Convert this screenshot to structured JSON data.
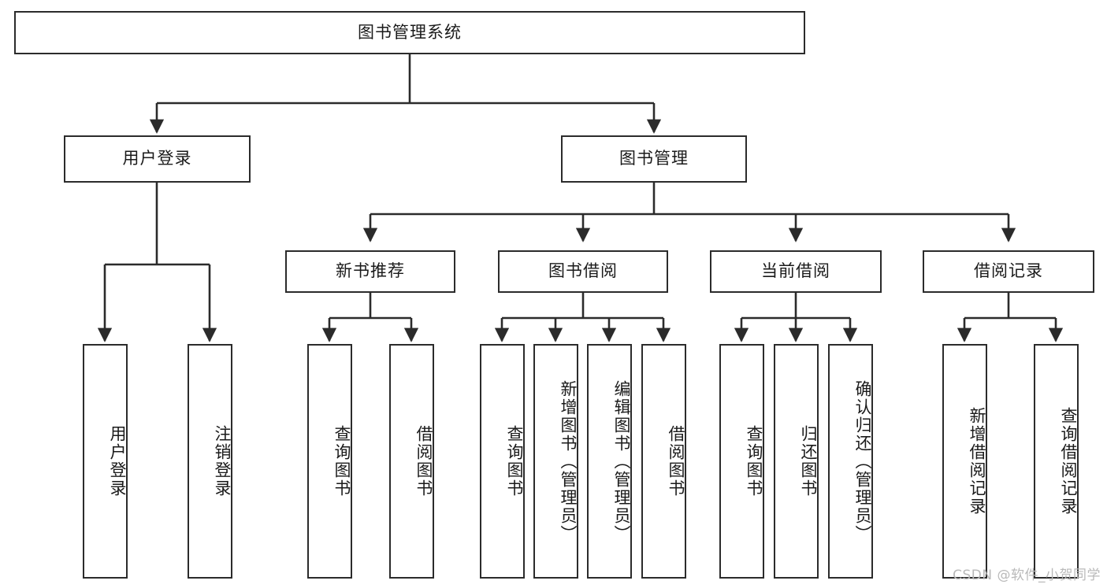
{
  "diagram": {
    "title": "图书管理系统",
    "type": "tree-hierarchy-chart",
    "background_color": "#ffffff",
    "line_color": "#2b2b2b",
    "box_border_color": "#2b2b2b",
    "box_fill_color": "#ffffff",
    "text_color": "#1a1a1a"
  },
  "watermark": {
    "text": "CSDN @软件_小贺同学",
    "color": "#b9b9b9"
  },
  "nodes": {
    "root": {
      "label": "图书管理系统"
    },
    "level2": [
      {
        "id": "user-login",
        "label": "用户登录"
      },
      {
        "id": "book-management",
        "label": "图书管理"
      }
    ],
    "level3": [
      {
        "id": "new-book-recommend",
        "label": "新书推荐"
      },
      {
        "id": "book-borrow",
        "label": "图书借阅"
      },
      {
        "id": "current-borrow",
        "label": "当前借阅"
      },
      {
        "id": "borrow-record",
        "label": "借阅记录"
      }
    ],
    "leaves": {
      "user_login": [
        {
          "id": "leaf-user-login",
          "label": "用户登录"
        },
        {
          "id": "leaf-logout-login",
          "label": "注销登录"
        }
      ],
      "new_book_recommend": [
        {
          "id": "leaf-query-book-1",
          "label": "查询图书"
        },
        {
          "id": "leaf-borrow-book-1",
          "label": "借阅图书"
        }
      ],
      "book_borrow": [
        {
          "id": "leaf-query-book-2",
          "label": "查询图书"
        },
        {
          "id": "leaf-add-book",
          "label": "新增图书（管理员）"
        },
        {
          "id": "leaf-edit-book",
          "label": "编辑图书（管理员）"
        },
        {
          "id": "leaf-borrow-book-2",
          "label": "借阅图书"
        }
      ],
      "current_borrow": [
        {
          "id": "leaf-query-book-3",
          "label": "查询图书"
        },
        {
          "id": "leaf-return-book",
          "label": "归还图书"
        },
        {
          "id": "leaf-confirm-return",
          "label": "确认归还（管理员）"
        }
      ],
      "borrow_record": [
        {
          "id": "leaf-add-record",
          "label": "新增借阅记录"
        },
        {
          "id": "leaf-query-record",
          "label": "查询借阅记录"
        }
      ]
    }
  }
}
